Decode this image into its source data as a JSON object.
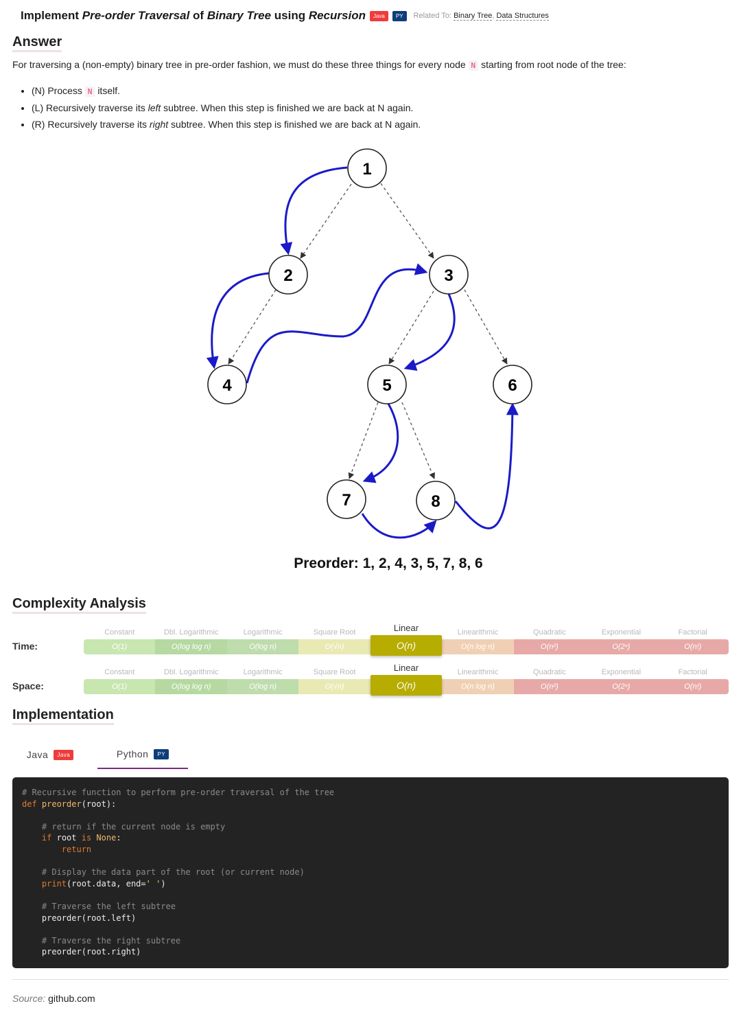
{
  "title": {
    "segments": [
      {
        "text": "Implement ",
        "italic": false
      },
      {
        "text": "Pre-order Traversal",
        "italic": true
      },
      {
        "text": " of ",
        "italic": false
      },
      {
        "text": "Binary Tree",
        "italic": true
      },
      {
        "text": " using ",
        "italic": false
      },
      {
        "text": "Recursion",
        "italic": true
      }
    ],
    "badge_java": "Java",
    "badge_py": "PY",
    "related_prefix": "Related To:",
    "related_links": [
      "Binary Tree",
      "Data Structures"
    ]
  },
  "answer": {
    "heading": "Answer",
    "intro_before": "For traversing a (non-empty) binary tree in pre-order fashion, we must do these three things for every node",
    "intro_code": "N",
    "intro_after": "starting from root node of the tree:",
    "bullets": [
      {
        "before": "(N) Process",
        "code": "N",
        "after": "itself."
      },
      {
        "before": "(L) Recursively traverse its",
        "emph": "left",
        "after": "subtree. When this step is finished we are back at N again."
      },
      {
        "before": "(R) Recursively traverse its",
        "emph": "right",
        "after": "subtree. When this step is finished we are back at N again."
      }
    ]
  },
  "diagram": {
    "nodes": [
      "1",
      "2",
      "3",
      "4",
      "5",
      "6",
      "7",
      "8"
    ],
    "caption": "Preorder: 1, 2, 4, 3, 5, 7, 8, 6",
    "edge_color": "#555555",
    "traversal_color": "#1a1ac8"
  },
  "complexity": {
    "heading": "Complexity Analysis",
    "rows": [
      {
        "label": "Time:",
        "active": 4
      },
      {
        "label": "Space:",
        "active": 4
      }
    ],
    "classes": [
      {
        "name": "Constant",
        "notation": "O(1)",
        "color": "#c8e6b0"
      },
      {
        "name": "Dbl. Logarithmic",
        "notation": "O(log log n)",
        "color": "#b5d9a0"
      },
      {
        "name": "Logarithmic",
        "notation": "O(log n)",
        "color": "#bfdcac"
      },
      {
        "name": "Square Root",
        "notation": "O(√n)",
        "color": "#e9e9b4"
      },
      {
        "name": "Linear",
        "notation": "O(n)",
        "color": "#b7ac00"
      },
      {
        "name": "Linearithmic",
        "notation": "O(n log n)",
        "color": "#f0d0b4"
      },
      {
        "name": "Quadratic",
        "notation": "O(n²)",
        "color": "#e7a9a7"
      },
      {
        "name": "Exponential",
        "notation": "O(2ⁿ)",
        "color": "#e7a9a7"
      },
      {
        "name": "Factorial",
        "notation": "O(n!)",
        "color": "#e7a9a7"
      }
    ]
  },
  "implementation": {
    "heading": "Implementation",
    "tabs": [
      {
        "label": "Java",
        "badge": "Java",
        "active": false
      },
      {
        "label": "Python",
        "badge": "PY",
        "active": true
      }
    ],
    "code_lines": [
      [
        {
          "t": "# Recursive function to perform pre-order traversal of the tree",
          "c": "com"
        }
      ],
      [
        {
          "t": "def ",
          "c": "kw"
        },
        {
          "t": "preorder",
          "c": "fn"
        },
        {
          "t": "(root):",
          "c": "plain"
        }
      ],
      [],
      [
        {
          "t": "    # return if the current node is empty",
          "c": "com"
        }
      ],
      [
        {
          "t": "    ",
          "c": "plain"
        },
        {
          "t": "if ",
          "c": "kw"
        },
        {
          "t": "root ",
          "c": "plain"
        },
        {
          "t": "is ",
          "c": "kw"
        },
        {
          "t": "None",
          "c": "fn"
        },
        {
          "t": ":",
          "c": "plain"
        }
      ],
      [
        {
          "t": "        ",
          "c": "plain"
        },
        {
          "t": "return",
          "c": "kw"
        }
      ],
      [],
      [
        {
          "t": "    # Display the data part of the root (or current node)",
          "c": "com"
        }
      ],
      [
        {
          "t": "    ",
          "c": "plain"
        },
        {
          "t": "print",
          "c": "kw"
        },
        {
          "t": "(root.data, end=",
          "c": "plain"
        },
        {
          "t": "' '",
          "c": "str"
        },
        {
          "t": ")",
          "c": "plain"
        }
      ],
      [],
      [
        {
          "t": "    # Traverse the left subtree",
          "c": "com"
        }
      ],
      [
        {
          "t": "    preorder(root.left)",
          "c": "plain"
        }
      ],
      [],
      [
        {
          "t": "    # Traverse the right subtree",
          "c": "com"
        }
      ],
      [
        {
          "t": "    preorder(root.right)",
          "c": "plain"
        }
      ]
    ]
  },
  "source": {
    "label": "Source:",
    "value": "github.com"
  }
}
